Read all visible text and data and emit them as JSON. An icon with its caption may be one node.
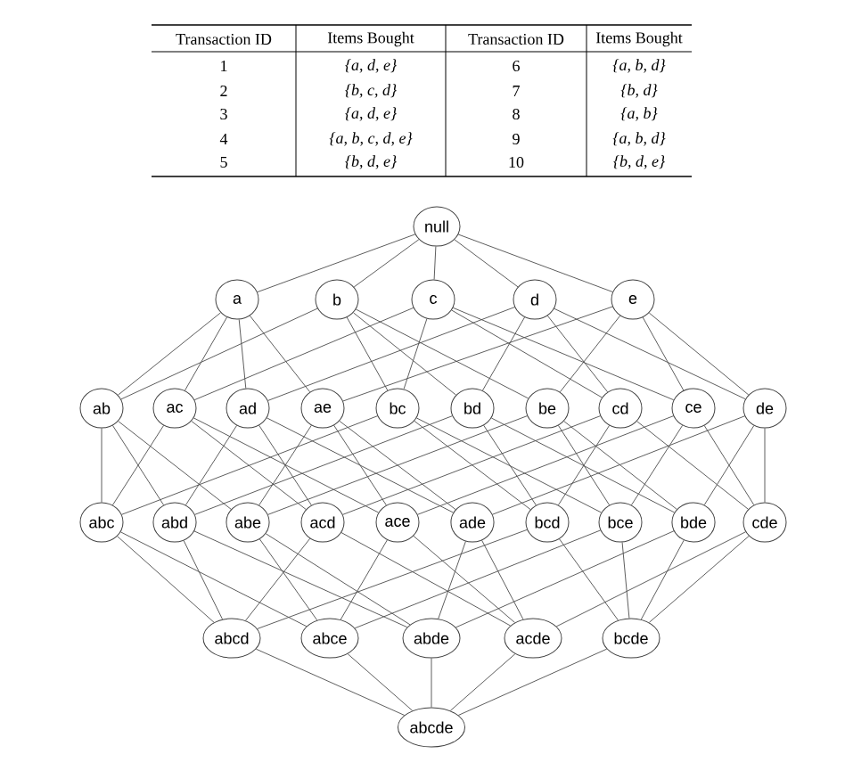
{
  "diagram": {
    "nodes": [
      {
        "text": [
          "null"
        ]
      },
      {
        "text": [
          "a"
        ]
      },
      {
        "text": [
          "b"
        ]
      },
      {
        "text": [
          "c"
        ]
      },
      {
        "text": [
          "d"
        ]
      },
      {
        "text": [
          "e"
        ]
      },
      {
        "text": [
          "ab"
        ]
      },
      {
        "text": [
          "ac"
        ]
      },
      {
        "text": [
          "ad"
        ]
      },
      {
        "text": [
          "ae"
        ]
      },
      {
        "text": [
          "bc"
        ]
      },
      {
        "text": [
          "bd"
        ]
      },
      {
        "text": [
          "be"
        ]
      },
      {
        "text": [
          "cd"
        ]
      },
      {
        "text": [
          "ce"
        ]
      },
      {
        "text": [
          "de"
        ]
      },
      {
        "text": [
          "abc"
        ]
      },
      {
        "text": [
          "abd"
        ]
      },
      {
        "text": [
          "abe"
        ]
      },
      {
        "text": [
          "acd"
        ]
      },
      {
        "text": [
          "ace"
        ]
      },
      {
        "text": [
          "ade"
        ]
      },
      {
        "text": [
          "bcd"
        ]
      },
      {
        "text": [
          "bce"
        ]
      },
      {
        "text": [
          "bde"
        ]
      },
      {
        "text": [
          "cde"
        ]
      },
      {
        "text": [
          "abcd"
        ]
      },
      {
        "text": [
          "abce"
        ]
      },
      {
        "text": [
          "abde"
        ]
      },
      {
        "text": [
          "acde"
        ]
      },
      {
        "text": [
          "bcde"
        ]
      },
      {
        "text": [
          "abcde"
        ]
      }
    ],
    "edges": [
      {
        "from": 0,
        "to": 1,
        "arrow": "none"
      },
      {
        "from": 0,
        "to": 2,
        "arrow": "none"
      },
      {
        "from": 0,
        "to": 3,
        "arrow": "none"
      },
      {
        "from": 0,
        "to": 4,
        "arrow": "none"
      },
      {
        "from": 0,
        "to": 5,
        "arrow": "none"
      },
      {
        "from": 1,
        "to": 6,
        "arrow": "none"
      },
      {
        "from": 1,
        "to": 7,
        "arrow": "none"
      },
      {
        "from": 1,
        "to": 8,
        "arrow": "none"
      },
      {
        "from": 1,
        "to": 9,
        "arrow": "none"
      },
      {
        "from": 2,
        "to": 6,
        "arrow": "none"
      },
      {
        "from": 2,
        "to": 10,
        "arrow": "none"
      },
      {
        "from": 2,
        "to": 11,
        "arrow": "none"
      },
      {
        "from": 2,
        "to": 12,
        "arrow": "none"
      },
      {
        "from": 3,
        "to": 7,
        "arrow": "none"
      },
      {
        "from": 3,
        "to": 10,
        "arrow": "none"
      },
      {
        "from": 3,
        "to": 13,
        "arrow": "none"
      },
      {
        "from": 3,
        "to": 14,
        "arrow": "none"
      },
      {
        "from": 4,
        "to": 8,
        "arrow": "none"
      },
      {
        "from": 4,
        "to": 11,
        "arrow": "none"
      },
      {
        "from": 4,
        "to": 13,
        "arrow": "none"
      },
      {
        "from": 4,
        "to": 15,
        "arrow": "none"
      },
      {
        "from": 5,
        "to": 9,
        "arrow": "none"
      },
      {
        "from": 5,
        "to": 12,
        "arrow": "none"
      },
      {
        "from": 5,
        "to": 14,
        "arrow": "none"
      },
      {
        "from": 5,
        "to": 15,
        "arrow": "none"
      },
      {
        "from": 6,
        "to": 16,
        "arrow": "none"
      },
      {
        "from": 6,
        "to": 17,
        "arrow": "none"
      },
      {
        "from": 6,
        "to": 18,
        "arrow": "none"
      },
      {
        "from": 7,
        "to": 16,
        "arrow": "none"
      },
      {
        "from": 7,
        "to": 19,
        "arrow": "none"
      },
      {
        "from": 7,
        "to": 20,
        "arrow": "none"
      },
      {
        "from": 8,
        "to": 17,
        "arrow": "none"
      },
      {
        "from": 8,
        "to": 19,
        "arrow": "none"
      },
      {
        "from": 8,
        "to": 21,
        "arrow": "none"
      },
      {
        "from": 9,
        "to": 18,
        "arrow": "none"
      },
      {
        "from": 9,
        "to": 20,
        "arrow": "none"
      },
      {
        "from": 9,
        "to": 21,
        "arrow": "none"
      },
      {
        "from": 10,
        "to": 16,
        "arrow": "none"
      },
      {
        "from": 10,
        "to": 22,
        "arrow": "none"
      },
      {
        "from": 10,
        "to": 23,
        "arrow": "none"
      },
      {
        "from": 11,
        "to": 17,
        "arrow": "none"
      },
      {
        "from": 11,
        "to": 22,
        "arrow": "none"
      },
      {
        "from": 11,
        "to": 24,
        "arrow": "none"
      },
      {
        "from": 12,
        "to": 18,
        "arrow": "none"
      },
      {
        "from": 12,
        "to": 23,
        "arrow": "none"
      },
      {
        "from": 12,
        "to": 24,
        "arrow": "none"
      },
      {
        "from": 13,
        "to": 19,
        "arrow": "none"
      },
      {
        "from": 13,
        "to": 22,
        "arrow": "none"
      },
      {
        "from": 13,
        "to": 25,
        "arrow": "none"
      },
      {
        "from": 14,
        "to": 20,
        "arrow": "none"
      },
      {
        "from": 14,
        "to": 23,
        "arrow": "none"
      },
      {
        "from": 14,
        "to": 25,
        "arrow": "none"
      },
      {
        "from": 15,
        "to": 21,
        "arrow": "none"
      },
      {
        "from": 15,
        "to": 24,
        "arrow": "none"
      },
      {
        "from": 15,
        "to": 25,
        "arrow": "none"
      },
      {
        "from": 16,
        "to": 26,
        "arrow": "none"
      },
      {
        "from": 16,
        "to": 27,
        "arrow": "none"
      },
      {
        "from": 17,
        "to": 26,
        "arrow": "none"
      },
      {
        "from": 17,
        "to": 28,
        "arrow": "none"
      },
      {
        "from": 18,
        "to": 27,
        "arrow": "none"
      },
      {
        "from": 18,
        "to": 28,
        "arrow": "none"
      },
      {
        "from": 19,
        "to": 26,
        "arrow": "none"
      },
      {
        "from": 19,
        "to": 29,
        "arrow": "none"
      },
      {
        "from": 20,
        "to": 27,
        "arrow": "none"
      },
      {
        "from": 20,
        "to": 29,
        "arrow": "none"
      },
      {
        "from": 21,
        "to": 28,
        "arrow": "none"
      },
      {
        "from": 21,
        "to": 29,
        "arrow": "none"
      },
      {
        "from": 22,
        "to": 26,
        "arrow": "none"
      },
      {
        "from": 22,
        "to": 30,
        "arrow": "none"
      },
      {
        "from": 23,
        "to": 27,
        "arrow": "none"
      },
      {
        "from": 23,
        "to": 30,
        "arrow": "none"
      },
      {
        "from": 24,
        "to": 28,
        "arrow": "none"
      },
      {
        "from": 24,
        "to": 30,
        "arrow": "none"
      },
      {
        "from": 25,
        "to": 29,
        "arrow": "none"
      },
      {
        "from": 25,
        "to": 30,
        "arrow": "none"
      },
      {
        "from": 26,
        "to": 31,
        "arrow": "none"
      },
      {
        "from": 27,
        "to": 31,
        "arrow": "none"
      },
      {
        "from": 28,
        "to": 31,
        "arrow": "none"
      },
      {
        "from": 29,
        "to": 31,
        "arrow": "none"
      },
      {
        "from": 30,
        "to": 31,
        "arrow": "none"
      }
    ],
    "labels": [
      "Transaction ID",
      "Items Bought",
      "Transaction ID",
      "Items Bought",
      "1",
      "{a, d, e}",
      "6",
      "{a, b, d}",
      "2",
      "{b, c, d}",
      "7",
      "{b, d}",
      "3",
      "{a, d, e}",
      "8",
      "{a, b}",
      "4",
      "{a, b, c, d, e}",
      "9",
      "{a, b, d}",
      "5",
      "{b, d, e}",
      "10",
      "{b, d, e}"
    ]
  }
}
